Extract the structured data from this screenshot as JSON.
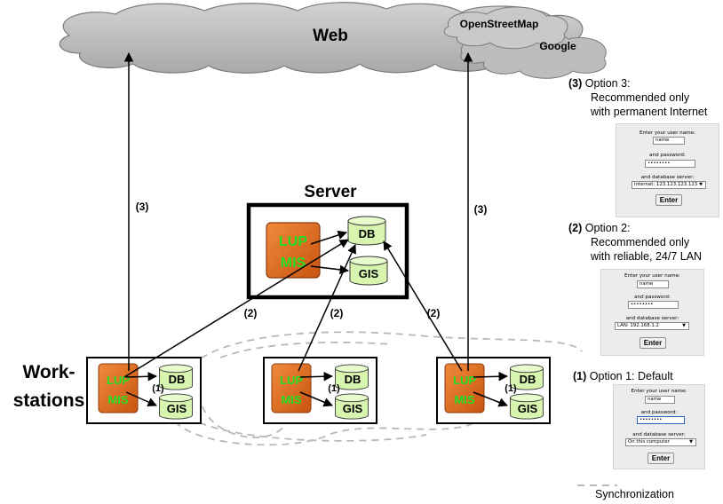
{
  "cloud": {
    "title": "Web",
    "services": [
      "OpenStreetMap",
      "Google"
    ]
  },
  "server": {
    "title": "Server",
    "app_logo": [
      "LUP",
      "MIS"
    ],
    "db_label": "DB",
    "gis_label": "GIS"
  },
  "workstations": {
    "title_line1": "Work-",
    "title_line2": "stations",
    "app_logo": [
      "LUP",
      "MIS"
    ],
    "db_label": "DB",
    "gis_label": "GIS",
    "local_link_label": "(1)"
  },
  "connections": {
    "lan_label": "(2)",
    "internet_label": "(3)"
  },
  "options": [
    {
      "number": "(3)",
      "lines": [
        "Option 3:",
        "Recommended only",
        "with permanent Internet"
      ],
      "form": {
        "username_caption": "Enter your user name:",
        "username_value": "name",
        "password_caption": "and password:",
        "password_value": "••••••••",
        "server_caption": "and database server:",
        "server_value": "Internet: 123.123.123.123",
        "button_label": "Enter"
      }
    },
    {
      "number": "(2)",
      "lines": [
        "Option 2:",
        "Recommended only",
        "with reliable, 24/7 LAN"
      ],
      "form": {
        "username_caption": "Enter your user name:",
        "username_value": "name",
        "password_caption": "and password:",
        "password_value": "••••••••",
        "server_caption": "and database server:",
        "server_value": "LAN: 192.168.1.2",
        "button_label": "Enter"
      }
    },
    {
      "number": "(1)",
      "lines": [
        "Option 1: Default"
      ],
      "form": {
        "username_caption": "Enter your user name:",
        "username_value": "name",
        "password_caption": "and password:",
        "password_value": "••••••••",
        "server_caption": "and database server:",
        "server_value": "On this computer",
        "button_label": "Enter"
      }
    }
  ],
  "legend": {
    "sync_label": "Synchronization"
  },
  "colors": {
    "cloud_fill": "#b9b9b9",
    "cylinder_fill": "#d8f5b0",
    "logo_fill": "#e06a22",
    "logo_text": "#22e022"
  }
}
